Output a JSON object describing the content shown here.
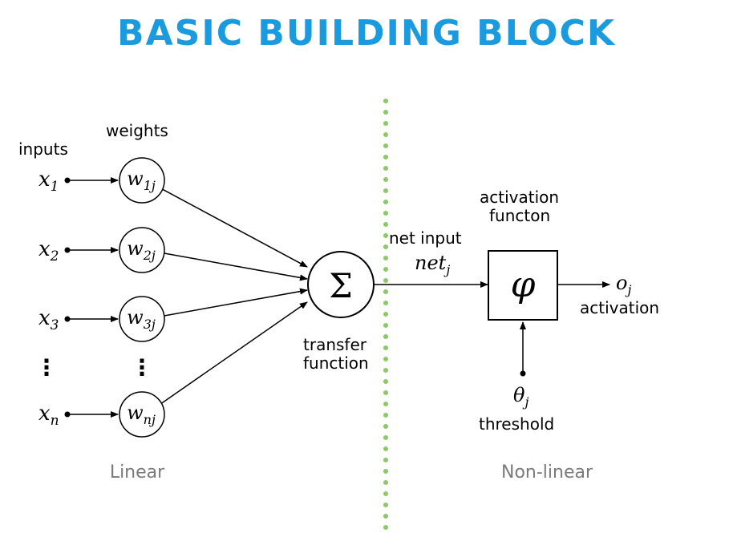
{
  "title": "BASIC BUILDING BLOCK",
  "colors": {
    "title": "#1a9be0",
    "divider": "#8cc866",
    "ink": "#000000",
    "region_label": "#7a7a7a"
  },
  "labels": {
    "inputs": "inputs",
    "weights": "weights",
    "net_input": "net input",
    "activation_function_line1": "activation",
    "activation_function_line2": "functon",
    "transfer_function_line1": "transfer",
    "transfer_function_line2": "function",
    "activation": "activation",
    "threshold": "threshold",
    "linear": "Linear",
    "non_linear": "Non-linear"
  },
  "inputs": [
    {
      "base": "x",
      "sub": "1"
    },
    {
      "base": "x",
      "sub": "2"
    },
    {
      "base": "x",
      "sub": "3"
    },
    {
      "base": "x",
      "sub": "n"
    }
  ],
  "weights": [
    {
      "base": "w",
      "sub": "1j"
    },
    {
      "base": "w",
      "sub": "2j"
    },
    {
      "base": "w",
      "sub": "3j"
    },
    {
      "base": "w",
      "sub": "nj"
    }
  ],
  "ellipsis": "⋮",
  "sum_symbol": "Σ",
  "phi_symbol": "φ",
  "net_symbol": {
    "base": "net",
    "sub": "j"
  },
  "output_symbol": {
    "base": "o",
    "sub": "j"
  },
  "theta_symbol": {
    "base": "θ",
    "sub": "j"
  }
}
